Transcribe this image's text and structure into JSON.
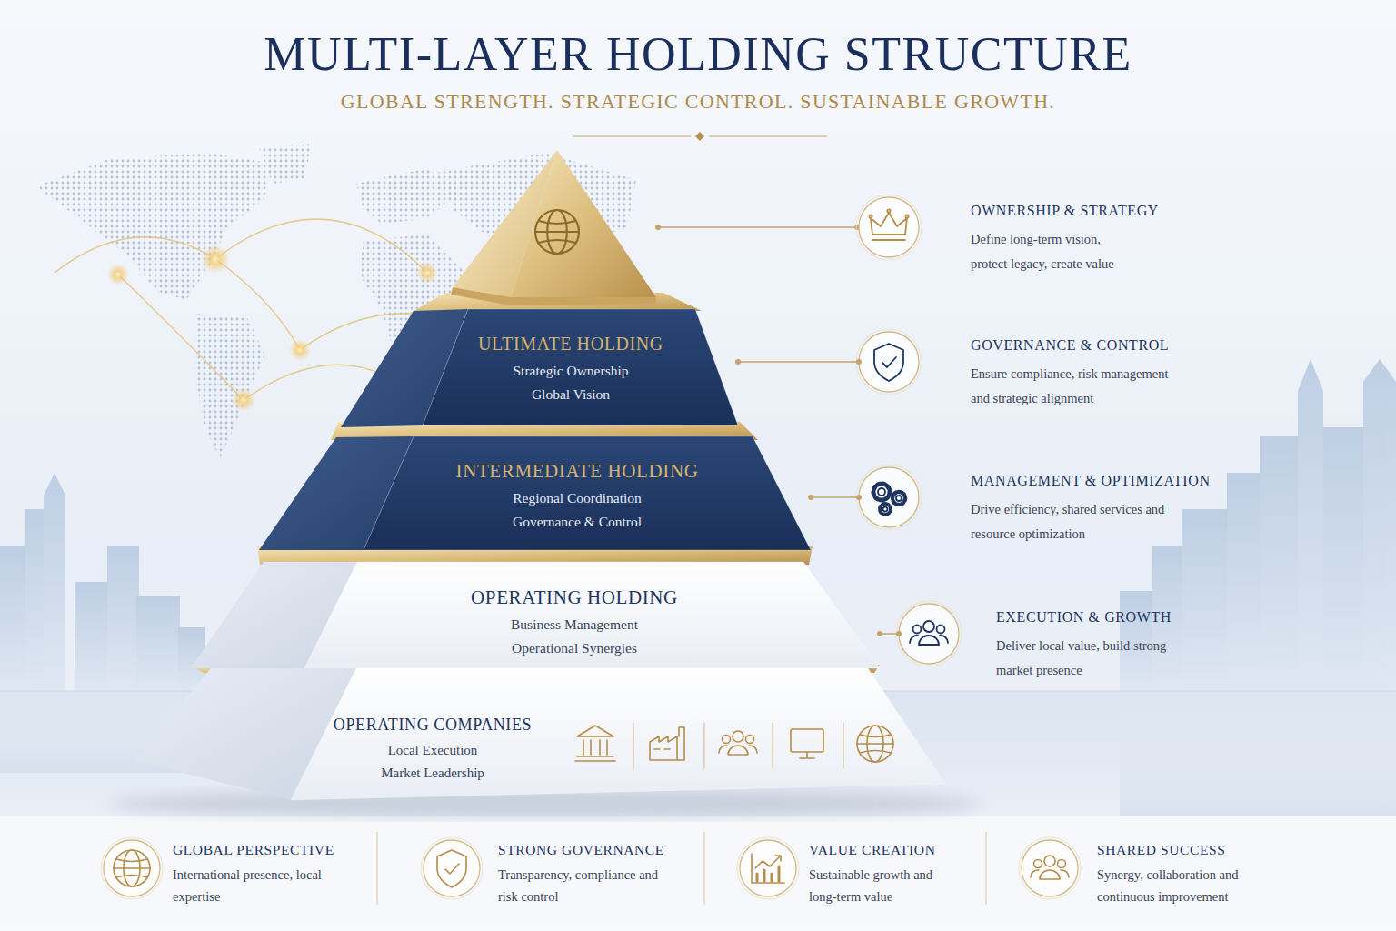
{
  "diagram": {
    "title": "MULTI-LAYER HOLDING STRUCTURE",
    "nodes": [
      {
        "text": [
          "OWNERSHIP & STRATEGY",
          "Define long-term vision, protect legacy, create value"
        ]
      },
      {
        "text": [
          "ULTIMATE HOLDING",
          "Strategic Ownership Global Vision"
        ]
      },
      {
        "text": [
          "GOVERNANCE & CONTROL",
          "Ensure compliance, risk management and strategic alignment"
        ]
      },
      {
        "text": [
          "INTERMEDIATE HOLDING",
          "Regional Coordination Governance & Control"
        ]
      },
      {
        "text": [
          "MANAGEMENT & OPTIMIZATION",
          "Drive efficiency, shared services and resource optimization"
        ]
      },
      {
        "text": [
          "OPERATING HOLDING",
          "Business Management Operational Synergies"
        ]
      },
      {
        "text": [
          "EXECUTION & GROWTH",
          "Deliver local value, build strong market presence"
        ]
      },
      {
        "text": [
          "OPERATING COMPANIES",
          "Local Execution Market Leadership"
        ]
      },
      {
        "text": [
          "GLOBAL PERSPECTIVE",
          "International presence, local expertise"
        ]
      },
      {
        "text": [
          "STRONG GOVERNANCE",
          "Transparency, compliance and risk control"
        ]
      },
      {
        "text": [
          "VALUE CREATION",
          "Sustainable growth and long-term value"
        ]
      },
      {
        "text": [
          "SHARED SUCCESS",
          "Synergy, collaboration and continuous improvement"
        ]
      }
    ],
    "edges": [
      {
        "from": 1,
        "to": 2,
        "arrow": "none"
      },
      {
        "from": 3,
        "to": 4,
        "arrow": "none"
      },
      {
        "from": 5,
        "to": 6,
        "arrow": "none"
      }
    ],
    "labels": [
      "GLOBAL STRENGTH. STRATEGIC CONTROL. SUSTAINABLE GROWTH."
    ]
  }
}
